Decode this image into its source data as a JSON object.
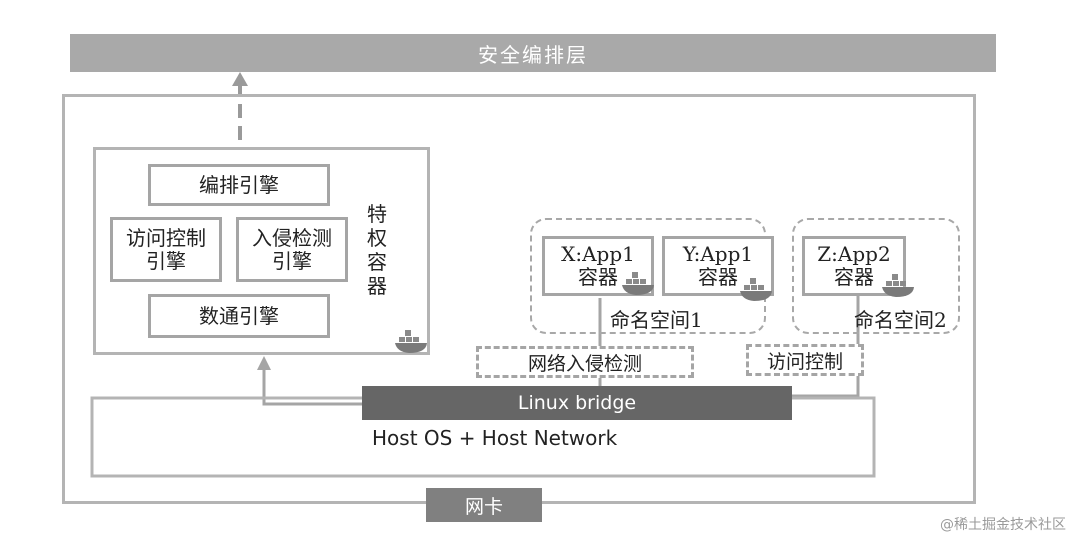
{
  "top_banner": "安全编排层",
  "privileged_container": {
    "label": "特权容器",
    "orchestration_engine": "编排引擎",
    "access_control_engine": "访问控制引擎",
    "intrusion_detection_engine": "入侵检测引擎",
    "data_plane_engine": "数通引擎"
  },
  "containers": {
    "x_app1": "X:App1 容器",
    "y_app1": "Y:App1 容器",
    "z_app2": "Z:App2 容器"
  },
  "namespaces": {
    "ns1": "命名空间1",
    "ns2": "命名空间2"
  },
  "functions": {
    "network_ids": "网络入侵检测",
    "access_control": "访问控制"
  },
  "linux_bridge": "Linux bridge",
  "host": "Host OS + Host Network",
  "nic": "网卡",
  "watermark": "@稀土掘金技术社区"
}
